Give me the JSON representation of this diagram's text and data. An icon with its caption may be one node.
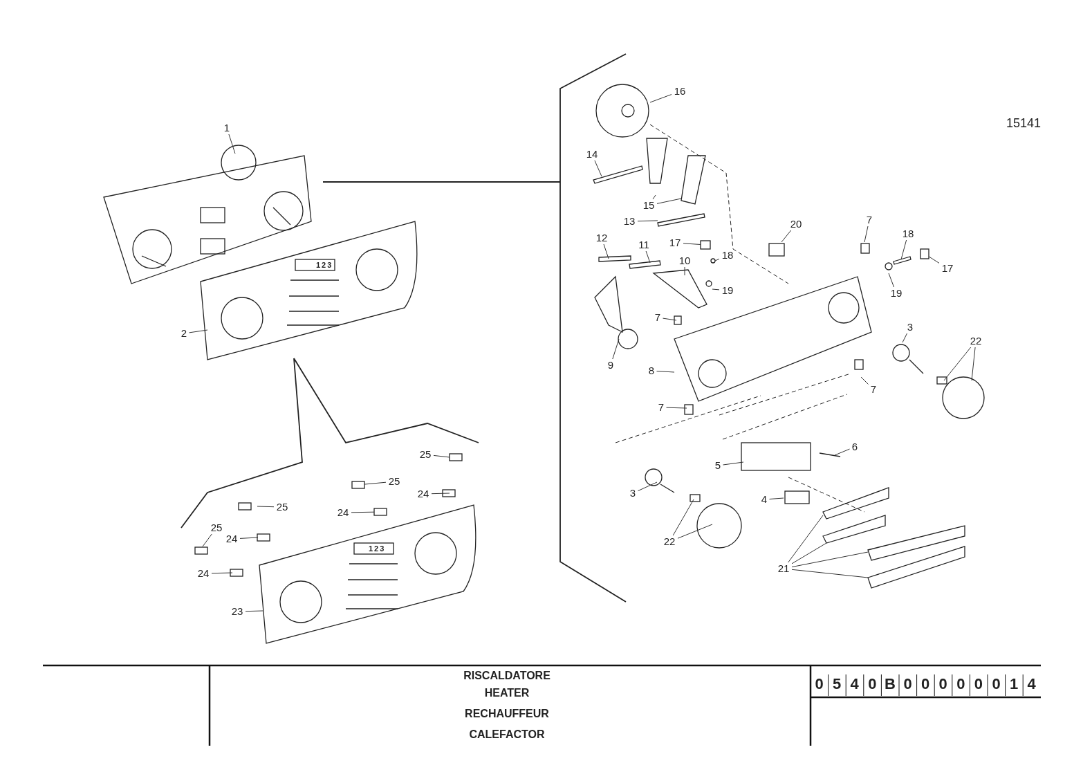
{
  "diagram": {
    "nodes": [
      {
        "text": [
          "1"
        ]
      },
      {
        "text": [
          "2"
        ]
      },
      {
        "text": [
          "25"
        ]
      },
      {
        "text": [
          "25"
        ]
      },
      {
        "text": [
          "24"
        ]
      },
      {
        "text": [
          "25"
        ]
      },
      {
        "text": [
          "24"
        ]
      },
      {
        "text": [
          "25"
        ]
      },
      {
        "text": [
          "24"
        ]
      },
      {
        "text": [
          "24"
        ]
      },
      {
        "text": [
          "23"
        ]
      },
      {
        "text": [
          "16"
        ]
      },
      {
        "text": [
          "14"
        ]
      },
      {
        "text": [
          "15"
        ]
      },
      {
        "text": [
          "13"
        ]
      },
      {
        "text": [
          "20"
        ]
      },
      {
        "text": [
          "7"
        ]
      },
      {
        "text": [
          "18"
        ]
      },
      {
        "text": [
          "12"
        ]
      },
      {
        "text": [
          "11"
        ]
      },
      {
        "text": [
          "17"
        ]
      },
      {
        "text": [
          "17"
        ]
      },
      {
        "text": [
          "10"
        ]
      },
      {
        "text": [
          "18"
        ]
      },
      {
        "text": [
          "19"
        ]
      },
      {
        "text": [
          "19"
        ]
      },
      {
        "text": [
          "7"
        ]
      },
      {
        "text": [
          "3"
        ]
      },
      {
        "text": [
          "22"
        ]
      },
      {
        "text": [
          "9"
        ]
      },
      {
        "text": [
          "8"
        ]
      },
      {
        "text": [
          "7"
        ]
      },
      {
        "text": [
          "7"
        ]
      },
      {
        "text": [
          "6"
        ]
      },
      {
        "text": [
          "5"
        ]
      },
      {
        "text": [
          "3"
        ]
      },
      {
        "text": [
          "4"
        ]
      },
      {
        "text": [
          "22"
        ]
      },
      {
        "text": [
          "21"
        ]
      },
      {
        "text": [],
        "shape": "box"
      },
      {
        "text": [],
        "shape": "box"
      },
      {
        "text": [],
        "shape": "bar"
      },
      {
        "text": [],
        "shape": "box"
      },
      {
        "text": [],
        "shape": "box"
      }
    ],
    "edges": [
      {
        "from": 0,
        "to": null,
        "arrow": "none"
      },
      {
        "from": 1,
        "to": null,
        "arrow": "none"
      },
      {
        "from": 2,
        "to": null,
        "arrow": "none"
      },
      {
        "from": 3,
        "to": 39,
        "arrow": "none"
      },
      {
        "from": 4,
        "to": null,
        "arrow": "none"
      },
      {
        "from": 5,
        "to": null,
        "arrow": "none"
      },
      {
        "from": 6,
        "to": 40,
        "arrow": "none"
      },
      {
        "from": 7,
        "to": null,
        "arrow": "none"
      },
      {
        "from": 8,
        "to": null,
        "arrow": "none"
      },
      {
        "from": 9,
        "to": null,
        "arrow": "none"
      },
      {
        "from": 10,
        "to": null,
        "arrow": "none"
      },
      {
        "from": 11,
        "to": null,
        "arrow": "none"
      },
      {
        "from": 12,
        "to": null,
        "arrow": "none"
      },
      {
        "from": 13,
        "to": null,
        "arrow": "none"
      },
      {
        "from": 13,
        "to": null,
        "arrow": "none"
      },
      {
        "from": 14,
        "to": 41,
        "arrow": "none"
      },
      {
        "from": 15,
        "to": null,
        "arrow": "none"
      },
      {
        "from": 16,
        "to": null,
        "arrow": "none"
      },
      {
        "from": 17,
        "to": null,
        "arrow": "none"
      },
      {
        "from": 18,
        "to": null,
        "arrow": "none"
      },
      {
        "from": 19,
        "to": null,
        "arrow": "none"
      },
      {
        "from": 20,
        "to": 42,
        "arrow": "none"
      },
      {
        "from": 21,
        "to": 43,
        "arrow": "none"
      },
      {
        "from": 22,
        "to": null,
        "arrow": "none"
      },
      {
        "from": 23,
        "to": null,
        "arrow": "none"
      },
      {
        "from": 24,
        "to": null,
        "arrow": "none"
      },
      {
        "from": 25,
        "to": null,
        "arrow": "none"
      },
      {
        "from": 26,
        "to": null,
        "arrow": "none"
      },
      {
        "from": 27,
        "to": null,
        "arrow": "none"
      },
      {
        "from": 28,
        "to": null,
        "arrow": "none"
      },
      {
        "from": 28,
        "to": null,
        "arrow": "none"
      },
      {
        "from": 29,
        "to": null,
        "arrow": "none"
      },
      {
        "from": 30,
        "to": null,
        "arrow": "none"
      },
      {
        "from": 31,
        "to": null,
        "arrow": "none"
      },
      {
        "from": 32,
        "to": null,
        "arrow": "none"
      },
      {
        "from": 33,
        "to": null,
        "arrow": "none"
      },
      {
        "from": 34,
        "to": null,
        "arrow": "none"
      },
      {
        "from": 35,
        "to": null,
        "arrow": "none"
      },
      {
        "from": 36,
        "to": null,
        "arrow": "none"
      },
      {
        "from": 37,
        "to": null,
        "arrow": "none"
      },
      {
        "from": 37,
        "to": null,
        "arrow": "none"
      },
      {
        "from": 38,
        "to": null,
        "arrow": "none"
      },
      {
        "from": 38,
        "to": null,
        "arrow": "none"
      },
      {
        "from": 38,
        "to": null,
        "arrow": "none"
      },
      {
        "from": 38,
        "to": null,
        "arrow": "none"
      }
    ],
    "labels": [
      "15141",
      "123",
      "123",
      "RISCALDATORE",
      "HEATER",
      "RECHAUFFEUR",
      "CALEFACTOR",
      "0",
      "5",
      "4",
      "0",
      "B",
      "0",
      "0",
      "0",
      "0",
      "0",
      "0",
      "1",
      "4"
    ]
  }
}
